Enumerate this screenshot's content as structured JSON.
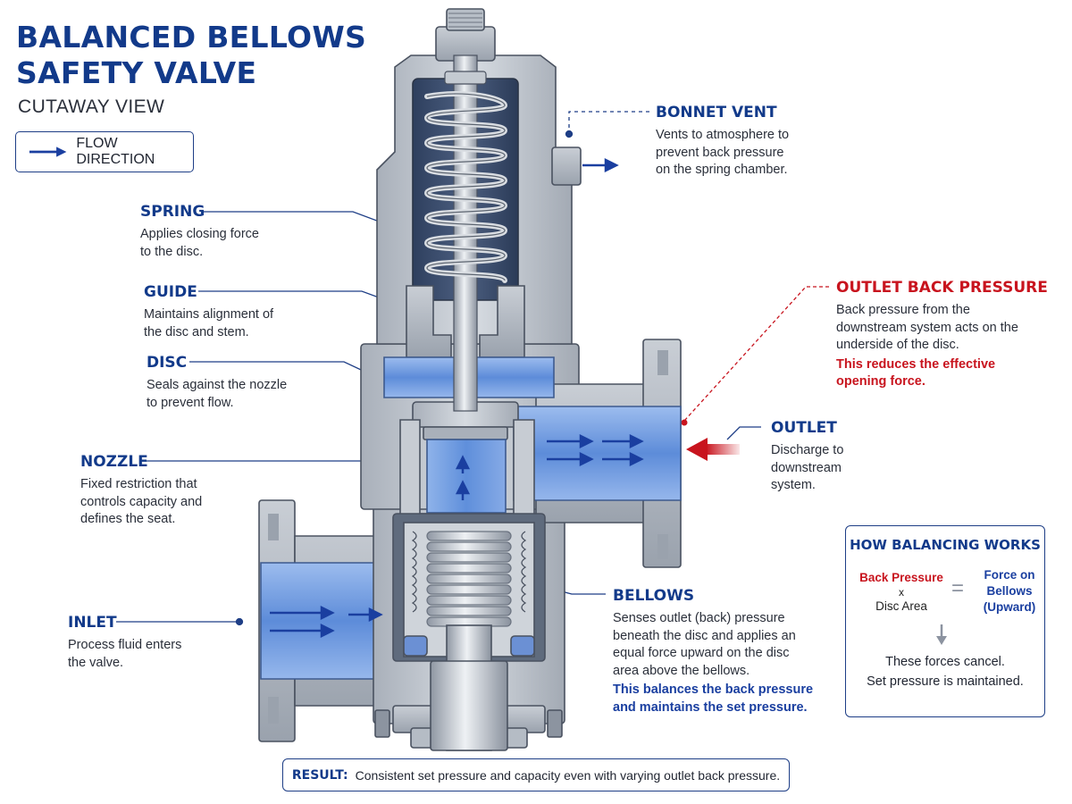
{
  "header": {
    "title_line1": "BALANCED BELLOWS",
    "title_line2": "SAFETY VALVE",
    "subtitle": "CUTAWAY VIEW"
  },
  "legend": {
    "label": "FLOW DIRECTION",
    "arrow_icon": "right-arrow-icon"
  },
  "labels": {
    "spring": {
      "title": "SPRING",
      "line1": "Applies closing force",
      "line2": "to the disc."
    },
    "guide": {
      "title": "GUIDE",
      "line1": "Maintains alignment of",
      "line2": "the disc and stem."
    },
    "disc": {
      "title": "DISC",
      "line1": "Seals against the nozzle",
      "line2": "to prevent flow."
    },
    "nozzle": {
      "title": "NOZZLE",
      "line1": "Fixed restriction that",
      "line2": "controls capacity and",
      "line3": "defines the seat."
    },
    "inlet": {
      "title": "INLET",
      "line1": "Process fluid enters",
      "line2": "the valve."
    },
    "bonnet_vent": {
      "title": "BONNET VENT",
      "line1": "Vents to atmosphere to",
      "line2": "prevent back pressure",
      "line3": "on the spring chamber."
    },
    "outlet_back_pressure": {
      "title": "OUTLET BACK PRESSURE",
      "line1": "Back pressure from the",
      "line2": "downstream system acts on the",
      "line3": "underside of the disc.",
      "note1": "This reduces the effective",
      "note2": "opening force."
    },
    "outlet": {
      "title": "OUTLET",
      "line1": "Discharge to",
      "line2": "downstream",
      "line3": "system."
    },
    "bellows": {
      "title": "BELLOWS",
      "line1": "Senses outlet (back) pressure",
      "line2": "beneath the disc and applies an",
      "line3": "equal force upward on the disc",
      "line4": "area above the bellows.",
      "note1": "This balances the back pressure",
      "note2": "and maintains the set pressure."
    }
  },
  "how_balancing": {
    "title": "HOW BALANCING WORKS",
    "back_pressure": "Back Pressure",
    "times": "x",
    "disc_area": "Disc Area",
    "equals": "=",
    "force_line1": "Force on",
    "force_line2": "Bellows",
    "force_line3": "(Upward)",
    "result_line1": "These forces cancel.",
    "result_line2": "Set pressure is maintained."
  },
  "result": {
    "label": "RESULT:",
    "text": "Consistent set pressure and capacity even with varying outlet back pressure."
  },
  "colors": {
    "title_blue": "#123a8a",
    "accent_red": "#c8141e",
    "flow_blue": "#6f9be0",
    "metal_grey": "#bcc3cc"
  }
}
